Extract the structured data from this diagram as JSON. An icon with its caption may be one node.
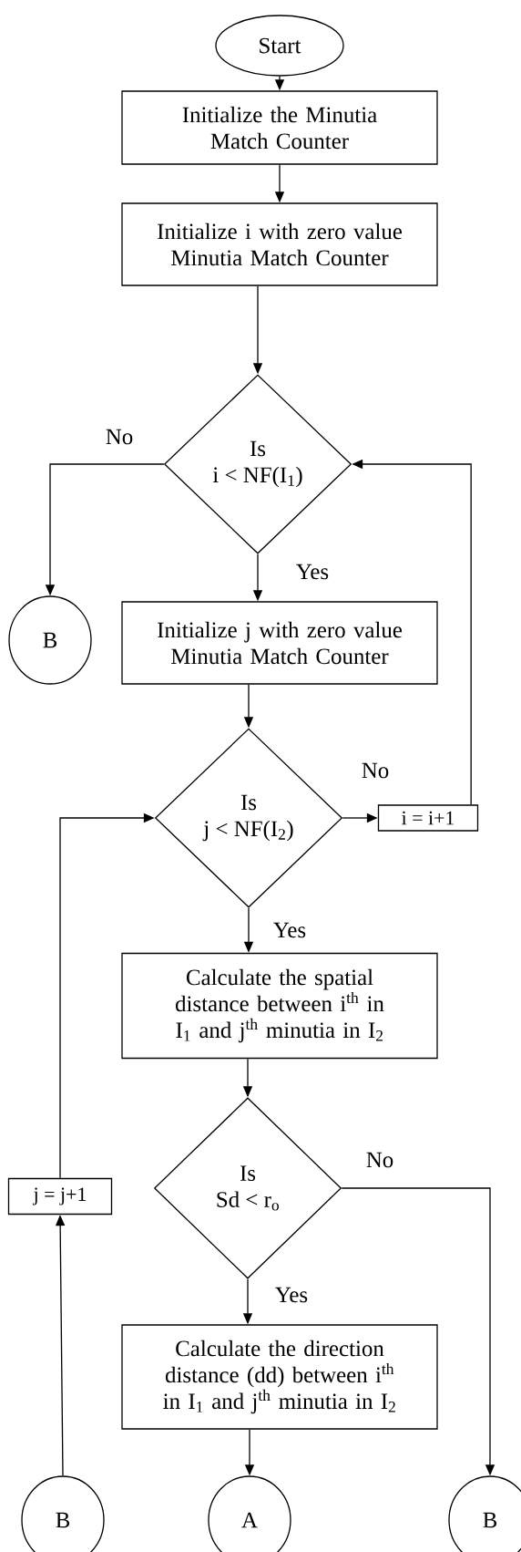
{
  "diagram": {
    "nodes": [
      {
        "text": [
          "Start"
        ]
      },
      {
        "text": [
          "Initialize the Minutia Match Counter"
        ]
      },
      {
        "text": [
          "Initialize i with zero value Minutia Match Counter"
        ]
      },
      {
        "text": [
          "Is",
          "i < NF(I$_{1}$)"
        ]
      },
      {
        "text": [
          "B"
        ]
      },
      {
        "text": [
          "Initialize j with zero value Minutia Match Counter"
        ]
      },
      {
        "text": [
          "Is",
          "j < NF(I$_{2}$)"
        ]
      },
      {
        "text": [
          "i = i+1"
        ]
      },
      {
        "text": [
          "Calculate the spatial distance between i$^{th}$ in I$_{1}$ and j$^{th}$ minutia in I$_{2}$"
        ]
      },
      {
        "text": [
          "Is",
          "Sd < r$_{o}$"
        ]
      },
      {
        "text": [
          "j = j+1"
        ]
      },
      {
        "text": [
          "Calculate the direction distance (dd) between i$^{th}$ in I$_{1}$ and j$^{th}$ minutia in I$_{2}$"
        ]
      },
      {
        "text": [
          "B"
        ]
      },
      {
        "text": [
          "A"
        ]
      },
      {
        "text": [
          "B"
        ]
      }
    ],
    "edges": [
      {
        "from": 0,
        "to": 1,
        "arrow": "to"
      },
      {
        "from": 1,
        "to": 2,
        "arrow": "to"
      },
      {
        "from": 2,
        "to": 3,
        "arrow": "to"
      },
      {
        "from": 3,
        "to": 4,
        "arrow": "to",
        "label": "No"
      },
      {
        "from": 3,
        "to": 5,
        "arrow": "to",
        "label": "Yes"
      },
      {
        "from": 5,
        "to": 6,
        "arrow": "to"
      },
      {
        "from": 6,
        "to": 7,
        "arrow": "to",
        "label": "No"
      },
      {
        "from": 7,
        "to": 3,
        "arrow": "to"
      },
      {
        "from": 6,
        "to": 8,
        "arrow": "to",
        "label": "Yes"
      },
      {
        "from": 8,
        "to": 9,
        "arrow": "to"
      },
      {
        "from": 9,
        "to": 14,
        "arrow": "to",
        "label": "No"
      },
      {
        "from": 9,
        "to": 11,
        "arrow": "to",
        "label": "Yes"
      },
      {
        "from": 11,
        "to": 13,
        "arrow": "to"
      },
      {
        "from": 12,
        "to": 10,
        "arrow": "to"
      },
      {
        "from": 10,
        "to": 6,
        "arrow": "to"
      }
    ]
  }
}
